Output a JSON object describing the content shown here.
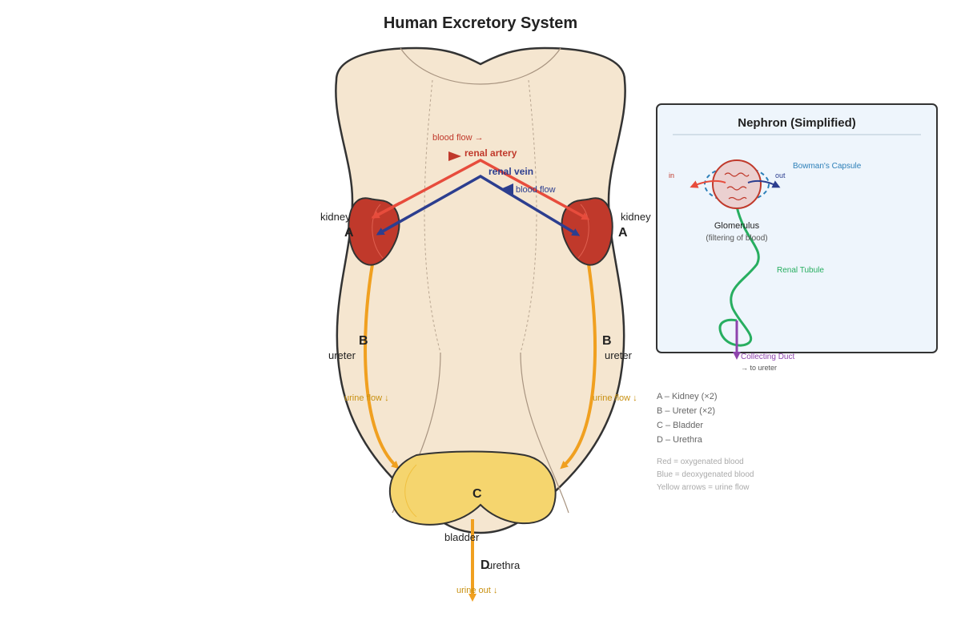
{
  "title": "Human Excretory System",
  "labels": {
    "kidney_left": "kidney",
    "kidney_right": "kidney",
    "letter_a_left": "A",
    "letter_a_right": "A",
    "letter_b_left": "B",
    "letter_b_right": "B",
    "letter_c": "C",
    "letter_d": "D",
    "ureter_left": "ureter",
    "ureter_right": "ureter",
    "bladder": "bladder",
    "urethra": "urethra",
    "renal_artery": "renal artery",
    "renal_vein": "renal vein",
    "blood_flow_top": "blood flow →",
    "blood_flow_vein": "blood flow",
    "urine_flow_left": "urine flow ↓",
    "urine_flow_right": "urine flow ↓",
    "urine_out": "urine out ↓"
  },
  "nephron": {
    "title": "Nephron (Simplified)",
    "in": "in",
    "out": "out",
    "bowmans": "Bowman's Capsule",
    "glomerulus": "Glomerulus",
    "glomerulus_sub": "(filtering of blood)",
    "tubule": "Renal Tubule",
    "collecting": "Collecting Duct",
    "to_ureter": "→ to ureter"
  },
  "legend": [
    "A – Kidney (×2)",
    "B – Ureter (×2)",
    "C – Bladder",
    "D – Urethra"
  ],
  "notes": [
    "Red = oxygenated blood",
    "Blue = deoxygenated blood",
    "Yellow arrows = urine flow"
  ],
  "colors": {
    "body": "#f5e6d0",
    "kidney": "#c0392b",
    "artery": "#e74c3c",
    "vein": "#2c3e8f",
    "urine": "#f0a020",
    "bladder": "#f5d56e",
    "tubule": "#27ae60",
    "duct": "#8e44ad",
    "capsule": "#2c7fb8"
  }
}
